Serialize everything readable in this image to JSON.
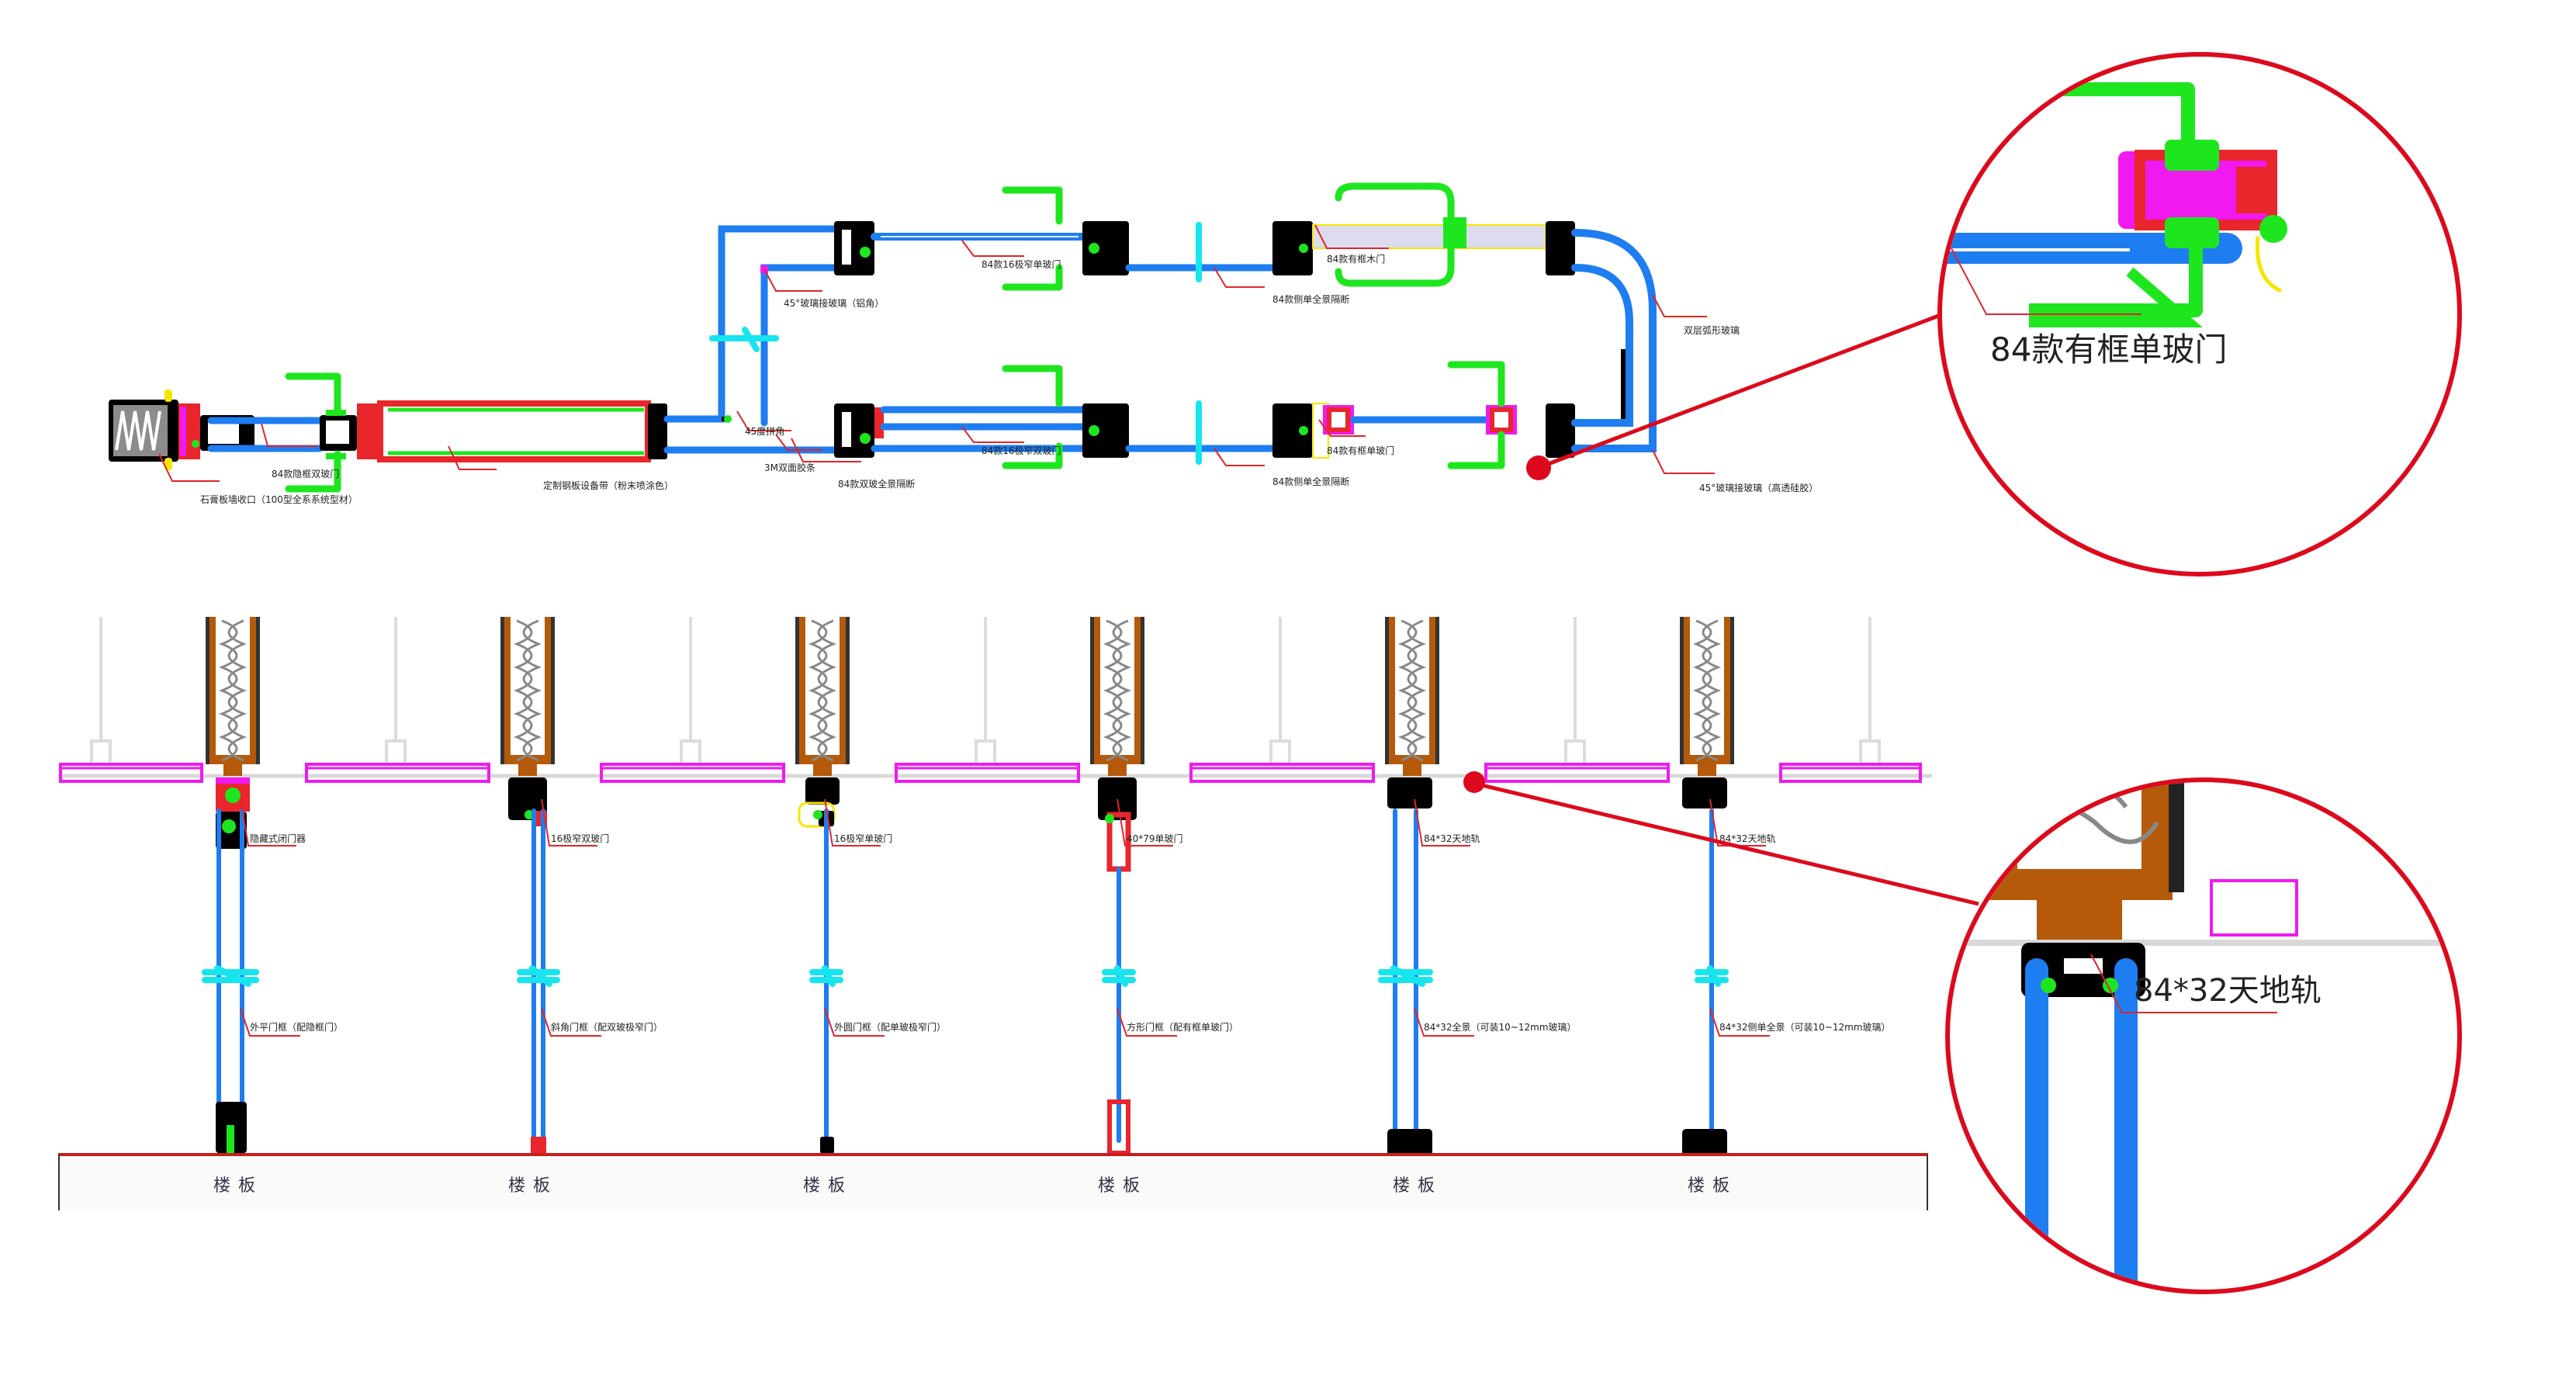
{
  "plan_view": {
    "labels": {
      "gypsum_closure": "石膏板墙收口（100型全系系统型材）",
      "hidden_frame_double_door": "84款隐框双玻门",
      "steel_equipment_band": "定制钢板设备带（粉末喷涂色）",
      "glass_45_aluminum": "45°玻璃接玻璃（铝角）",
      "miter_45": "45度拼角",
      "tape_3m": "3M双面胶条",
      "double_glass_partition": "84款双玻全景隔断",
      "narrow_single_door": "84款16极窄单玻门",
      "narrow_double_door": "84款16极窄双玻门",
      "side_single_partition_top": "84款侧单全景隔断",
      "side_single_partition_bottom": "84款侧单全景隔断",
      "framed_wood_door": "84款有框木门",
      "framed_single_glass_door": "84款有框单玻门",
      "curved_glass": "双层弧形玻璃",
      "glass_45_silicone": "45°玻璃接玻璃（高透硅胶）"
    }
  },
  "section_view": {
    "columns": [
      {
        "top_label": "隐藏式闭门器",
        "mid_label": "外平门框（配隐框门）",
        "floor": "楼板"
      },
      {
        "top_label": "16极窄双玻门",
        "mid_label": "斜角门框（配双玻极窄门）",
        "floor": "楼板"
      },
      {
        "top_label": "16极窄单玻门",
        "mid_label": "外圆门框（配单玻极窄门）",
        "floor": "楼板"
      },
      {
        "top_label": "40*79单玻门",
        "mid_label": "方形门框（配有框单玻门）",
        "floor": "楼板"
      },
      {
        "top_label": "84*32天地轨",
        "mid_label": "84*32全景（可装10~12mm玻璃）",
        "floor": "楼板"
      },
      {
        "top_label": "84*32天地轨",
        "mid_label": "84*32侧单全景（可装10~12mm玻璃）",
        "floor": "楼板"
      }
    ]
  },
  "magnifiers": {
    "top": {
      "label": "84款有框单玻门"
    },
    "bottom": {
      "label": "84*32天地轨"
    }
  },
  "colors": {
    "glass": "#1e7df0",
    "leader": "#e0252a",
    "handle": "#1ee61e",
    "magnifier": "#dc0a1c",
    "ceiling_panel": "#f019f0",
    "wood": "#b45a0a"
  }
}
